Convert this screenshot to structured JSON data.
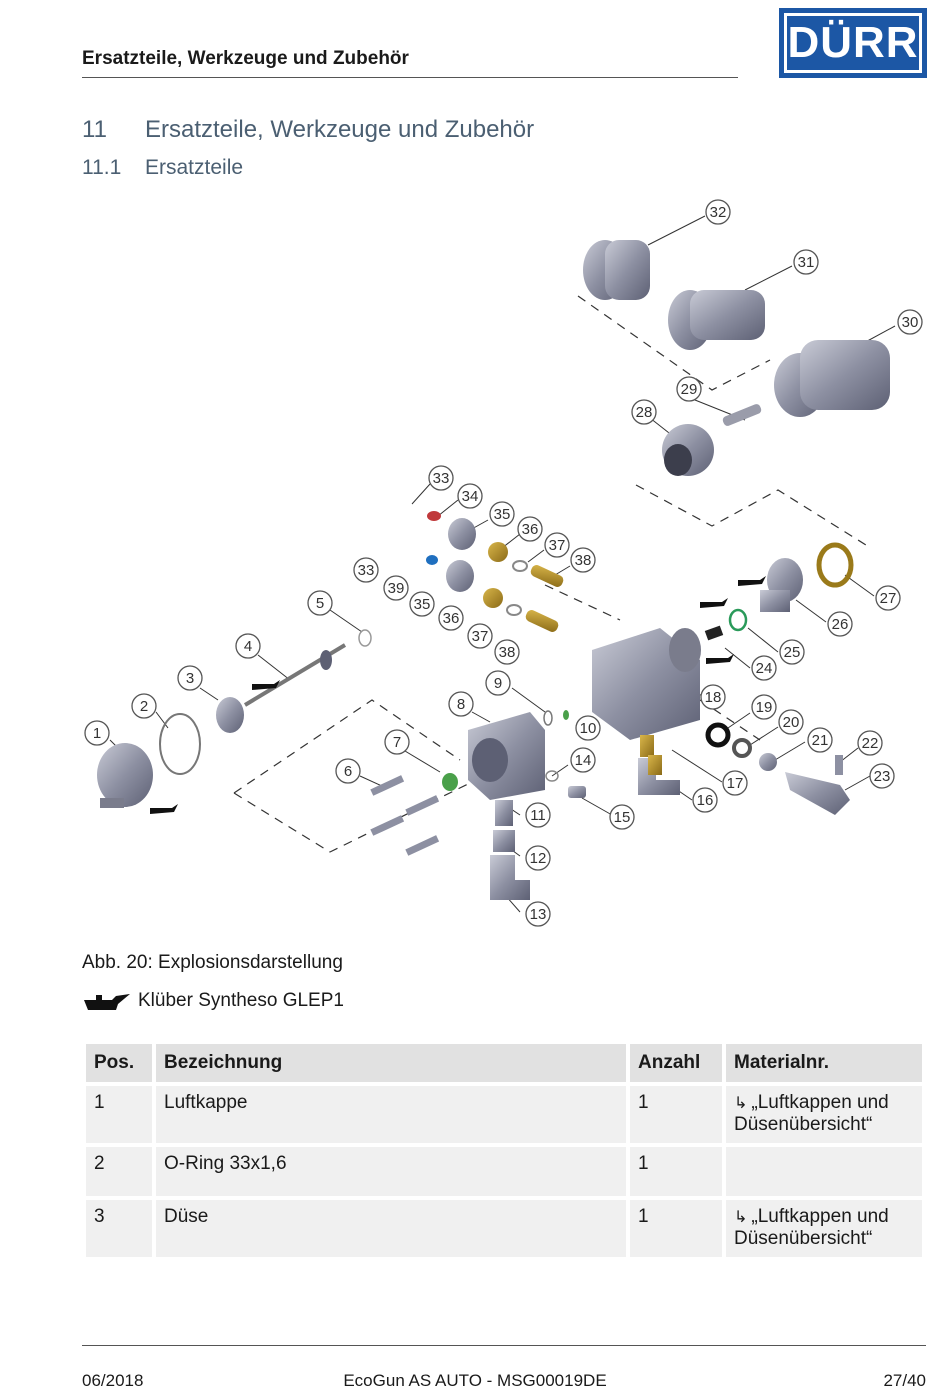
{
  "header": {
    "title": "Ersatzteile, Werkzeuge und Zubehör",
    "logo_text": "DÜRR",
    "brand_color": "#1c57a5"
  },
  "section": {
    "number": "11",
    "title": "Ersatzteile, Werkzeuge und Zubehör"
  },
  "subsection": {
    "number": "11.1",
    "title": "Ersatzteile"
  },
  "diagram": {
    "callouts": [
      "1",
      "2",
      "3",
      "4",
      "5",
      "6",
      "7",
      "8",
      "9",
      "10",
      "11",
      "12",
      "13",
      "14",
      "15",
      "16",
      "17",
      "18",
      "19",
      "20",
      "21",
      "22",
      "23",
      "24",
      "25",
      "26",
      "27",
      "28",
      "29",
      "30",
      "31",
      "32",
      "33",
      "34",
      "35",
      "36",
      "37",
      "38",
      "33",
      "39",
      "35",
      "36",
      "37",
      "38"
    ]
  },
  "caption": "Abb. 20: Explosionsdarstellung",
  "legend": {
    "icon": "oil-can-icon",
    "text": "Klüber Syntheso GLEP1"
  },
  "table": {
    "headers": [
      "Pos.",
      "Bezeichnung",
      "Anzahl",
      "Materialnr."
    ],
    "rows": [
      {
        "pos": "1",
        "name": "Luftkappe",
        "count": "1",
        "material_arrow": "↳",
        "material": "„Luftkappen und Düsenübersicht“"
      },
      {
        "pos": "2",
        "name": "O-Ring 33x1,6",
        "count": "1",
        "material_arrow": "",
        "material": ""
      },
      {
        "pos": "3",
        "name": "Düse",
        "count": "1",
        "material_arrow": "↳",
        "material": "„Luftkappen und Düsenübersicht“"
      }
    ]
  },
  "footer": {
    "date": "06/2018",
    "doc": "EcoGun AS AUTO - MSG00019DE",
    "page": "27/40"
  }
}
